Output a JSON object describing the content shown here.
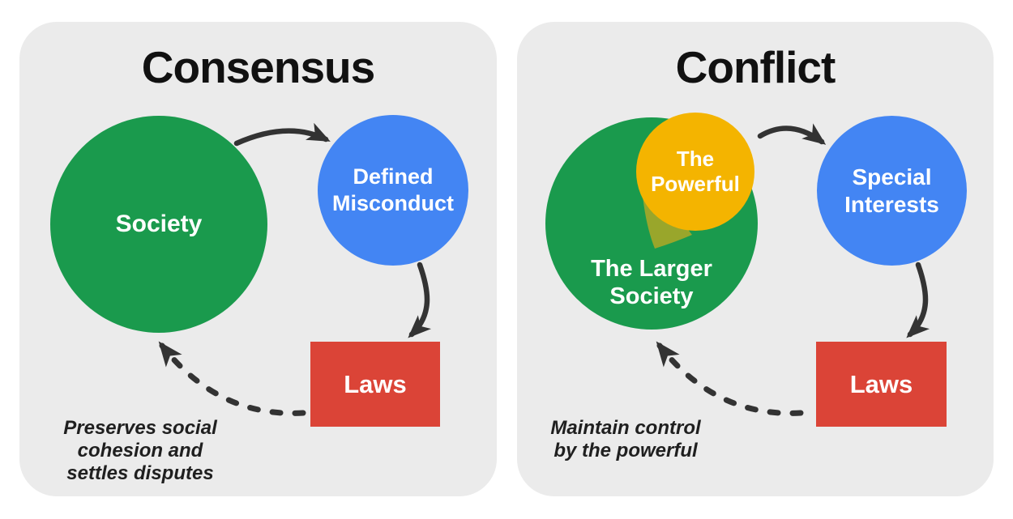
{
  "colors": {
    "panel_bg": "#ebebeb",
    "green": "#1a9a4d",
    "blue": "#4385f3",
    "yellow": "#f4b400",
    "olive": "#99a62b",
    "red": "#db4437",
    "arrow": "#333333",
    "title": "#111111",
    "caption": "#1f1f1f",
    "label_text": "#ffffff"
  },
  "consensus_panel": {
    "title": "Consensus",
    "society_label": "Society",
    "misconduct_label": "Defined\nMisconduct",
    "laws_label": "Laws",
    "caption": "Preserves social\ncohesion and\nsettles disputes"
  },
  "conflict_panel": {
    "title": "Conflict",
    "powerful_label": "The\nPowerful",
    "larger_society_label": "The Larger\nSociety",
    "special_interests_label": "Special\nInterests",
    "laws_label": "Laws",
    "caption": "Maintain control\nby the powerful"
  }
}
